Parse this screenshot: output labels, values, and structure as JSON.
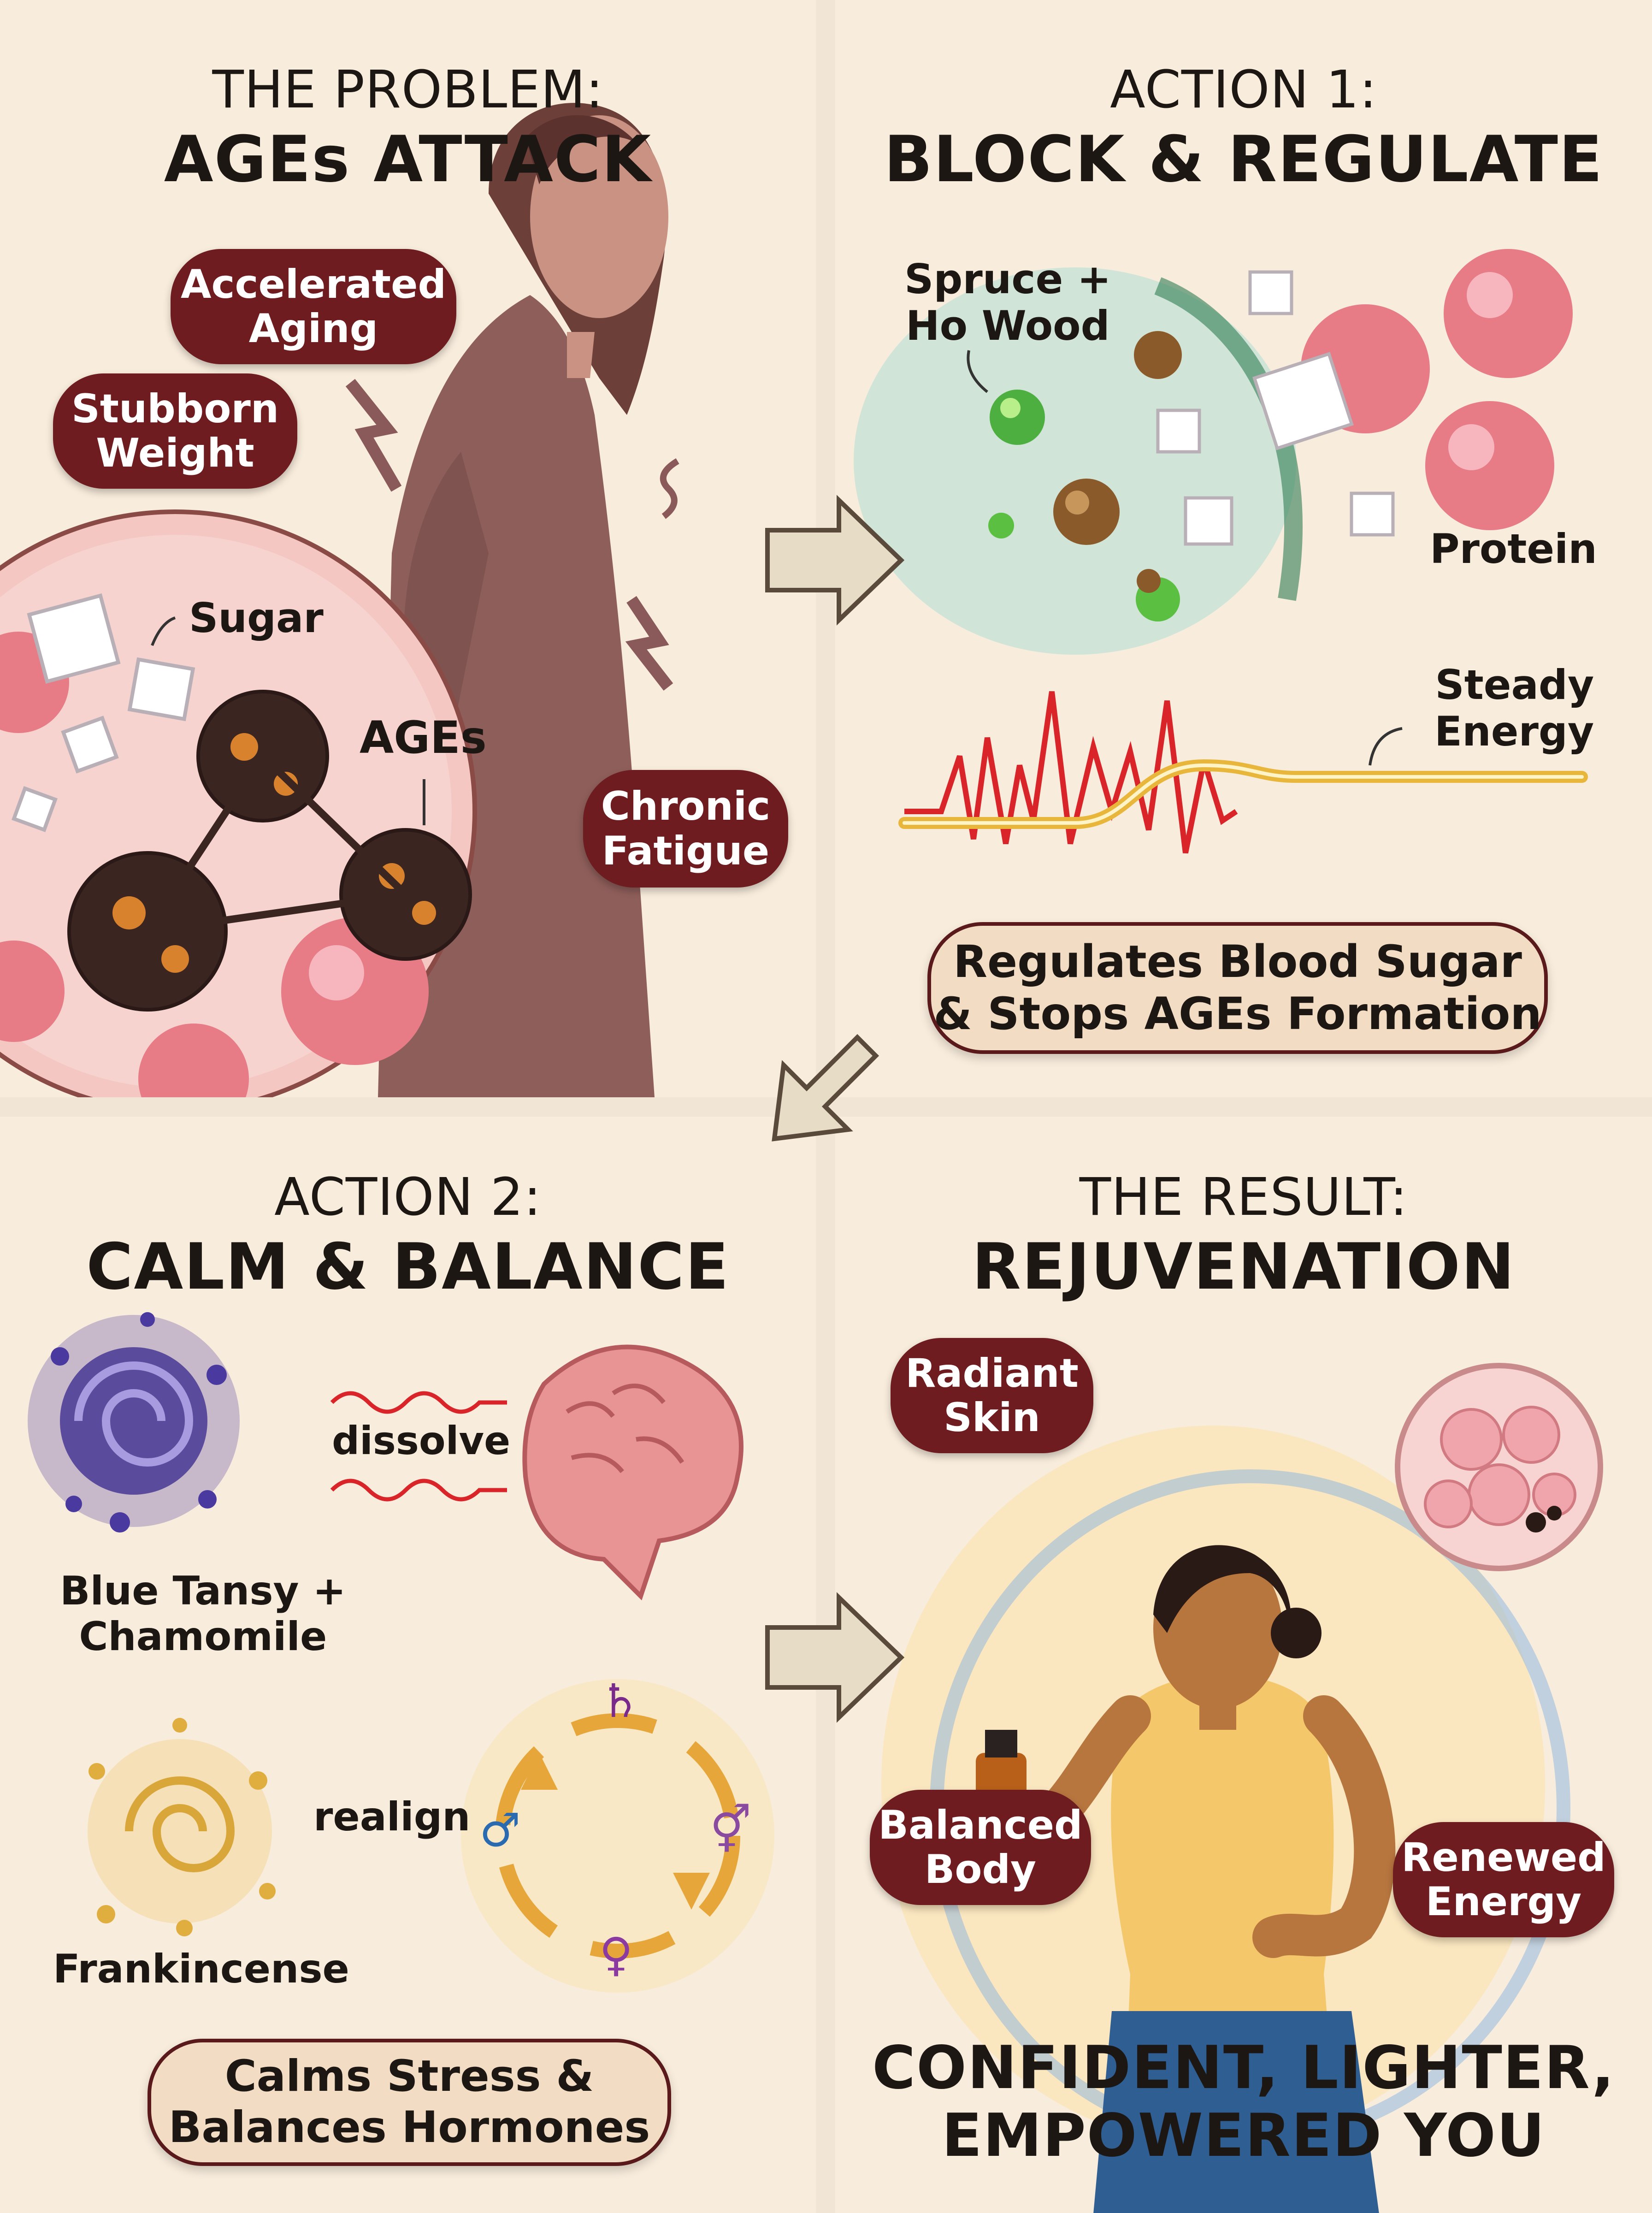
{
  "panel1": {
    "pre": "THE PROBLEM:",
    "title": "AGEs ATTACK",
    "pills": [
      "Accelerated\nAging",
      "Stubborn\nWeight",
      "Chronic\nFatigue"
    ],
    "labels": {
      "sugar": "Sugar",
      "ages": "AGEs"
    }
  },
  "panel2": {
    "pre": "ACTION 1:",
    "title": "BLOCK & REGULATE",
    "labels": {
      "oils": "Spruce +\nHo Wood",
      "protein": "Protein",
      "energy": "Steady\nEnergy"
    },
    "banner": "Regulates Blood Sugar\n& Stops AGEs Formation"
  },
  "panel3": {
    "pre": "ACTION 2:",
    "title": "CALM & BALANCE",
    "labels": {
      "dissolve": "dissolve",
      "tansy": "Blue Tansy +\nChamomile",
      "realign": "realign",
      "frank": "Frankincense"
    },
    "hormone_symbols": [
      "♄",
      "⚥",
      "♀",
      "♂"
    ],
    "banner": "Calms Stress &\nBalances Hormones"
  },
  "panel4": {
    "pre": "THE RESULT:",
    "title": "REJUVENATION",
    "pills": [
      "Radiant\nSkin",
      "Balanced\nBody",
      "Renewed\nEnergy"
    ],
    "closing": "CONFIDENT, LIGHTER,\nEMPOWERED YOU"
  },
  "colors": {
    "pill": "#6e1c1f",
    "panel_bg": "#f8ecdc",
    "sugar_wave": "#d9252a",
    "steady_line": "#e7b63b"
  }
}
